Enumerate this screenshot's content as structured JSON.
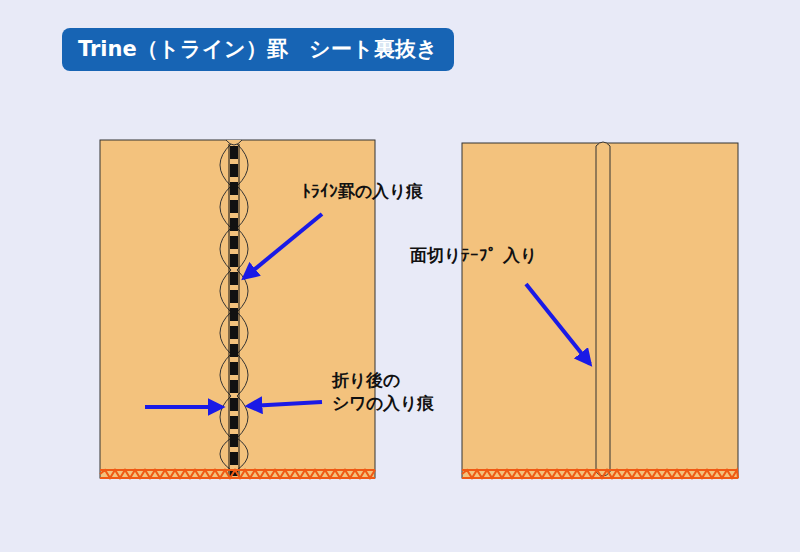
{
  "diagram": {
    "title": "Trine（トライン）罫　シート裏抜き",
    "labels": [
      "ﾄﾗｲﾝ罫の入り痕",
      "折り後の シワの入り痕",
      "面切りﾃｰﾌﾟ 入り"
    ]
  }
}
